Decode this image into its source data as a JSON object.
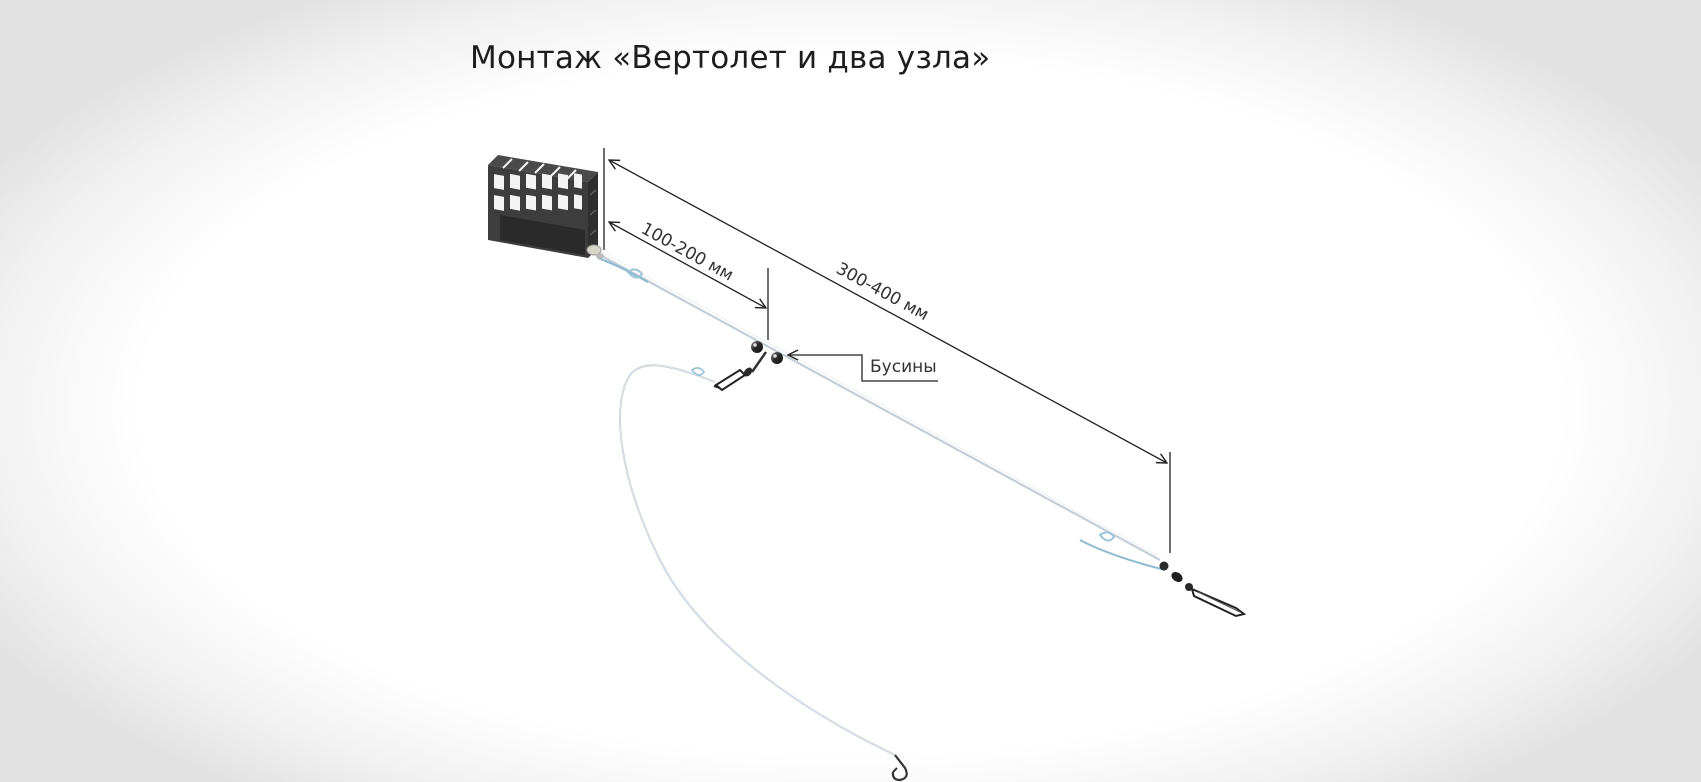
{
  "diagram": {
    "title": "Монтаж «Вертолет и два узла»",
    "dimensions": {
      "short": "100-200 мм",
      "long": "300-400 мм"
    },
    "callouts": {
      "beads": "Бусины"
    },
    "colors": {
      "line": "#b9c6cf",
      "line_highlight": "#7ab0cf",
      "dimension": "#222222",
      "feeder": "#3c3c3c",
      "swivel": "#2a2a2a"
    },
    "icons": [
      "feeder-cage-icon",
      "swivel-icon",
      "snap-swivel-icon",
      "hook-icon",
      "bead-icon",
      "knot-icon"
    ]
  }
}
